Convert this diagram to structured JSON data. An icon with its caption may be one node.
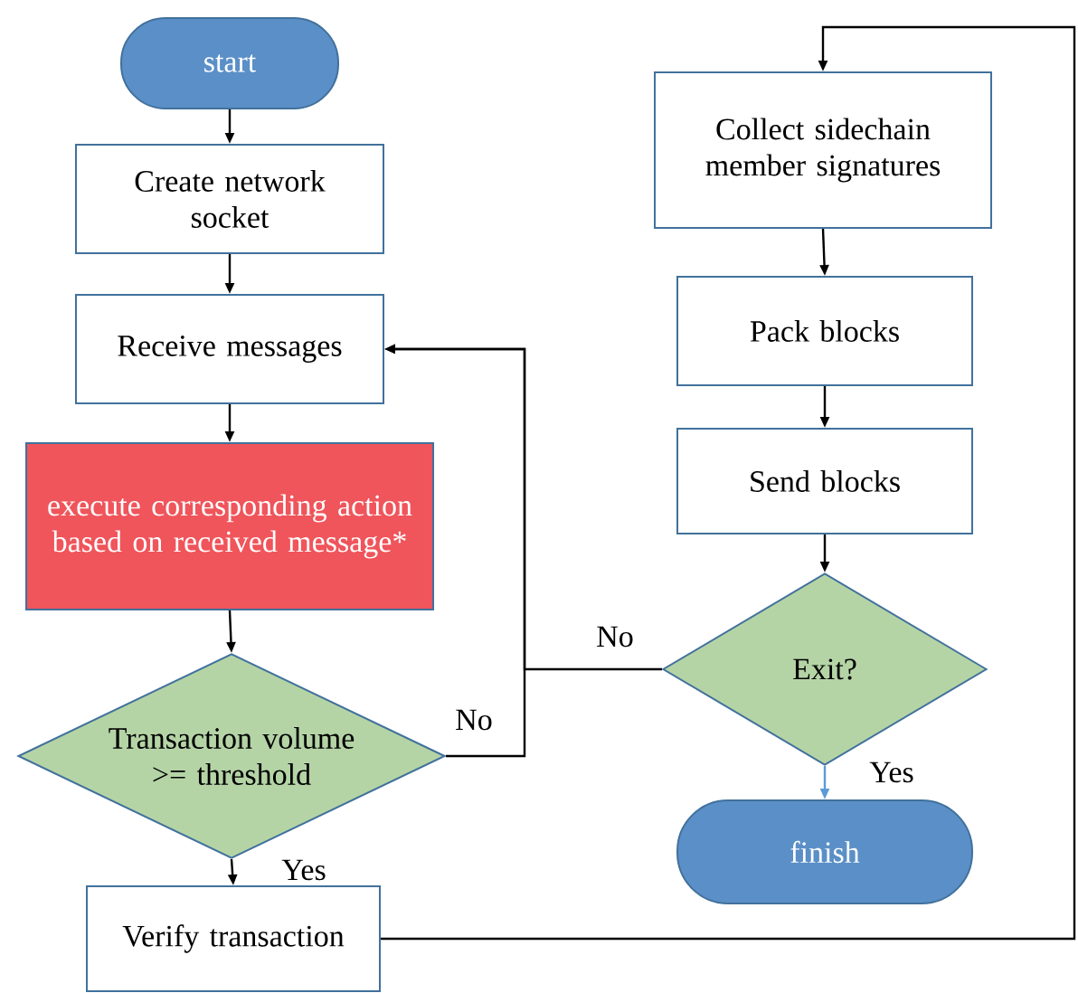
{
  "diagram": {
    "nodes": [
      {
        "text": [
          "start"
        ]
      },
      {
        "text": [
          "Create network socket"
        ]
      },
      {
        "text": [
          "Receive messages"
        ]
      },
      {
        "text": [
          "execute corresponding action based on received message*"
        ]
      },
      {
        "text": [
          "Transaction volume >= threshold"
        ]
      },
      {
        "text": [
          "Verify transaction"
        ]
      },
      {
        "text": [
          "Collect sidechain member signatures"
        ]
      },
      {
        "text": [
          "Pack blocks"
        ]
      },
      {
        "text": [
          "Send blocks"
        ]
      },
      {
        "text": [
          "Exit?"
        ]
      },
      {
        "text": [
          "finish"
        ]
      }
    ],
    "edges": [
      {
        "from": 0,
        "to": 1,
        "arrow": "to"
      },
      {
        "from": 1,
        "to": 2,
        "arrow": "to"
      },
      {
        "from": 2,
        "to": 3,
        "arrow": "to"
      },
      {
        "from": 3,
        "to": 4,
        "arrow": "to"
      },
      {
        "from": 4,
        "to": 5,
        "arrow": "to",
        "label": "Yes"
      },
      {
        "from": 4,
        "to": 2,
        "arrow": "to",
        "label": "No"
      },
      {
        "from": 9,
        "to": 2,
        "arrow": "to",
        "label": "No"
      },
      {
        "from": 5,
        "to": 6,
        "arrow": "to"
      },
      {
        "from": 6,
        "to": 7,
        "arrow": "to"
      },
      {
        "from": 7,
        "to": 8,
        "arrow": "to"
      },
      {
        "from": 8,
        "to": 9,
        "arrow": "to"
      },
      {
        "from": 9,
        "to": 10,
        "arrow": "to",
        "label": "Yes",
        "color": "#5b9bd5"
      }
    ]
  }
}
